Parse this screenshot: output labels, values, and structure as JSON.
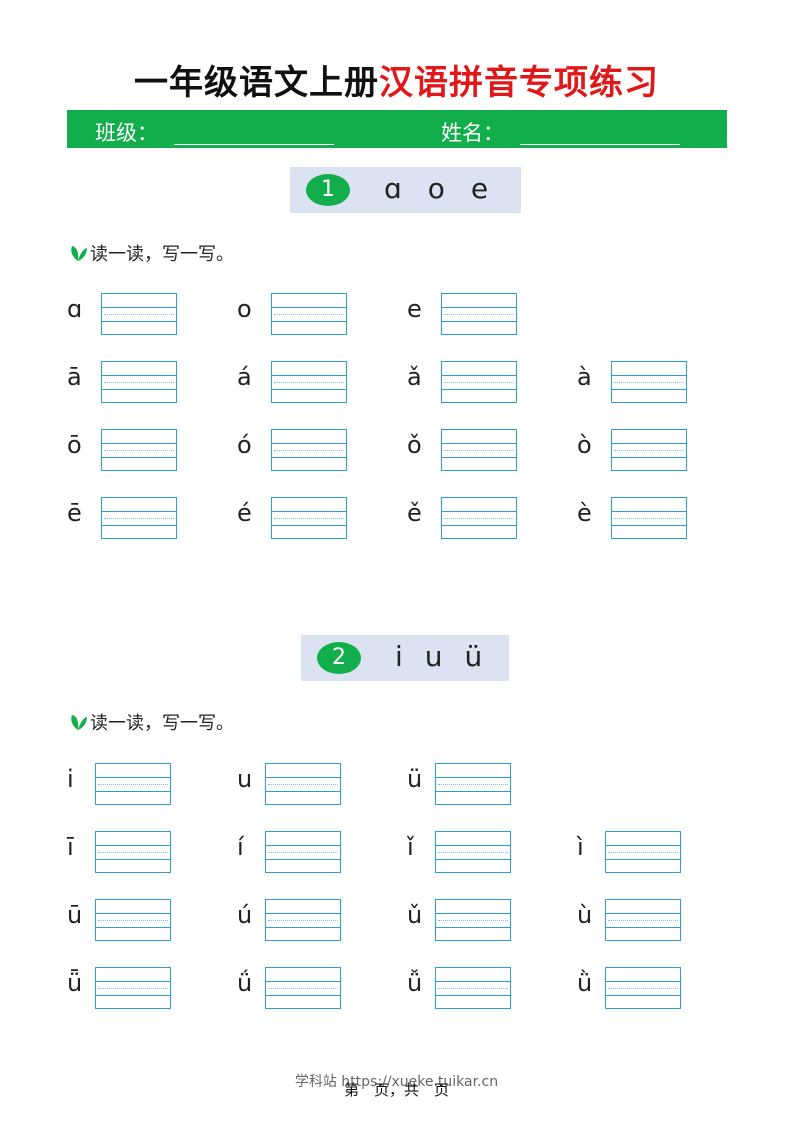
{
  "title": {
    "part1": "一年级语文上册",
    "part2": "汉语拼音专项练习"
  },
  "namebar": {
    "class_label": "班级：",
    "name_label": "姓名："
  },
  "sections": [
    {
      "number": "1",
      "letters": [
        "ɑ",
        "o",
        "e"
      ],
      "instruction": "读一读，写一写。",
      "rows": [
        [
          "ɑ",
          "o",
          "e"
        ],
        [
          "ā",
          "á",
          "ǎ",
          "à"
        ],
        [
          "ō",
          "ó",
          "ǒ",
          "ò"
        ],
        [
          "ē",
          "é",
          "ě",
          "è"
        ]
      ]
    },
    {
      "number": "2",
      "letters": [
        "i",
        "u",
        "ü"
      ],
      "instruction": "读一读，写一写。",
      "rows": [
        [
          "i",
          "u",
          "ü"
        ],
        [
          "ī",
          "í",
          "ǐ",
          "ì"
        ],
        [
          "ū",
          "ú",
          "ǔ",
          "ù"
        ],
        [
          "ǖ",
          "ǘ",
          "ǚ",
          "ǜ"
        ]
      ]
    }
  ],
  "footer": {
    "site": "学科站 https://xueke.tuikar.cn",
    "page": "第　页，共　页"
  },
  "colors": {
    "accent_green": "#12ae4c",
    "title_red": "#e0181a",
    "grid_blue": "#2b9ed6",
    "header_bg": "#dbe2f1"
  }
}
